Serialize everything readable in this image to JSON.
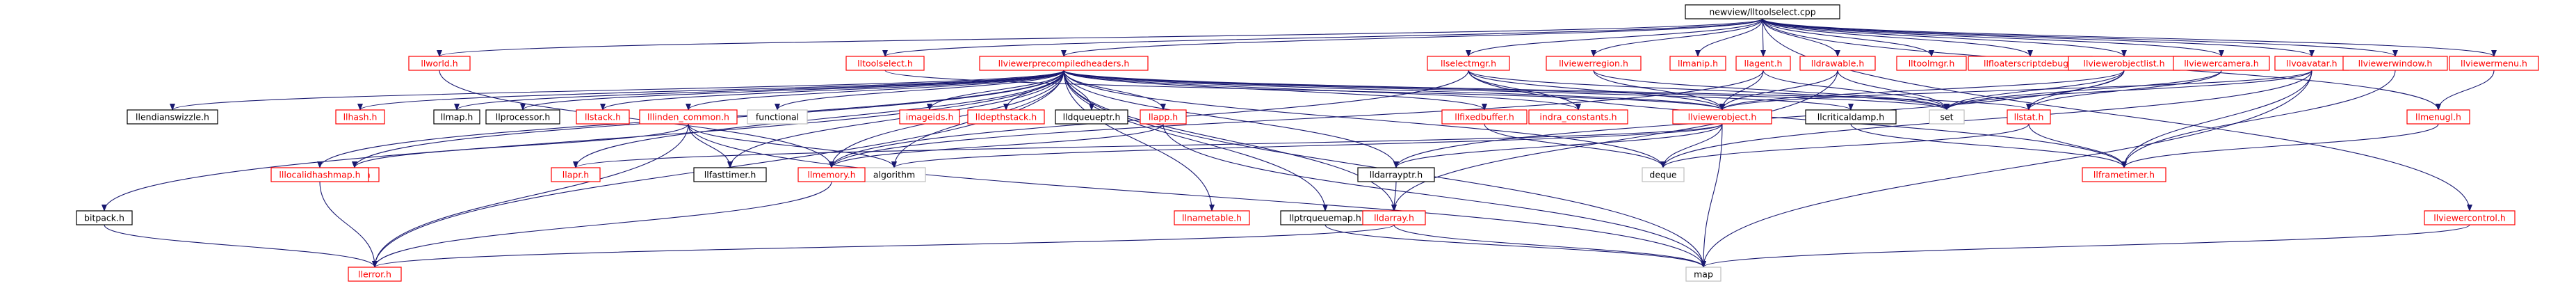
{
  "colors": {
    "edge": "#191970",
    "arrowhead": "#191970",
    "linked_border": "#ff0000",
    "linked_text": "#ff0000",
    "plain_border": "#000000",
    "plain_text": "#000000",
    "external_border": "#bfbfbf",
    "root_fill": "#bfbfbf"
  },
  "nodes": [
    {
      "id": "root",
      "label": "newview/lltoolselect.cpp",
      "kind": "root"
    },
    {
      "id": "llworld",
      "label": "llworld.h",
      "kind": "linked"
    },
    {
      "id": "lltoolselect",
      "label": "lltoolselect.h",
      "kind": "linked"
    },
    {
      "id": "precompiled",
      "label": "llviewerprecompiledheaders.h",
      "kind": "linked"
    },
    {
      "id": "llselectmgr",
      "label": "llselectmgr.h",
      "kind": "linked"
    },
    {
      "id": "llviewerregion",
      "label": "llviewerregion.h",
      "kind": "linked"
    },
    {
      "id": "llmanip",
      "label": "llmanip.h",
      "kind": "linked"
    },
    {
      "id": "llagent",
      "label": "llagent.h",
      "kind": "linked"
    },
    {
      "id": "lldrawable",
      "label": "lldrawable.h",
      "kind": "linked"
    },
    {
      "id": "lltoolmgr",
      "label": "lltoolmgr.h",
      "kind": "linked"
    },
    {
      "id": "llfloaterscript",
      "label": "llfloaterscriptdebug.h",
      "kind": "linked"
    },
    {
      "id": "llviewerobjlist",
      "label": "llviewerobjectlist.h",
      "kind": "linked"
    },
    {
      "id": "llviewercamera",
      "label": "llviewercamera.h",
      "kind": "linked"
    },
    {
      "id": "llvoavatar",
      "label": "llvoavatar.h",
      "kind": "linked"
    },
    {
      "id": "llviewerwindow",
      "label": "llviewerwindow.h",
      "kind": "linked"
    },
    {
      "id": "llviewermenu",
      "label": "llviewermenu.h",
      "kind": "linked"
    },
    {
      "id": "llendianswizzle",
      "label": "llendianswizzle.h",
      "kind": "plain"
    },
    {
      "id": "llhash",
      "label": "llhash.h",
      "kind": "linked"
    },
    {
      "id": "llmap",
      "label": "llmap.h",
      "kind": "plain"
    },
    {
      "id": "llprocessor",
      "label": "llprocessor.h",
      "kind": "plain"
    },
    {
      "id": "llstack",
      "label": "llstack.h",
      "kind": "linked"
    },
    {
      "id": "lllinden",
      "label": "lllinden_common.h",
      "kind": "linked"
    },
    {
      "id": "functional",
      "label": "functional",
      "kind": "external"
    },
    {
      "id": "imageids",
      "label": "imageids.h",
      "kind": "linked"
    },
    {
      "id": "lldepthstack",
      "label": "lldepthstack.h",
      "kind": "linked"
    },
    {
      "id": "lldqueueptr",
      "label": "lldqueueptr.h",
      "kind": "plain"
    },
    {
      "id": "llapp",
      "label": "llapp.h",
      "kind": "linked"
    },
    {
      "id": "llfixedbuffer",
      "label": "llfixedbuffer.h",
      "kind": "linked"
    },
    {
      "id": "indra_constants",
      "label": "indra_constants.h",
      "kind": "linked"
    },
    {
      "id": "llviewerobject",
      "label": "llviewerobject.h",
      "kind": "linked"
    },
    {
      "id": "llcriticaldamp",
      "label": "llcriticaldamp.h",
      "kind": "plain"
    },
    {
      "id": "set",
      "label": "set",
      "kind": "external"
    },
    {
      "id": "llstat",
      "label": "llstat.h",
      "kind": "linked"
    },
    {
      "id": "llmenugl",
      "label": "llmenugl.h",
      "kind": "linked"
    },
    {
      "id": "lldefs",
      "label": "lldefs.h",
      "kind": "linked"
    },
    {
      "id": "llapr",
      "label": "llapr.h",
      "kind": "linked"
    },
    {
      "id": "lllocalidhashmap",
      "label": "lllocalidhashmap.h",
      "kind": "linked"
    },
    {
      "id": "llfasttimer",
      "label": "llfasttimer.h",
      "kind": "plain"
    },
    {
      "id": "algorithm",
      "label": "algorithm",
      "kind": "external"
    },
    {
      "id": "llmemory",
      "label": "llmemory.h",
      "kind": "linked"
    },
    {
      "id": "lldarrayptr",
      "label": "lldarrayptr.h",
      "kind": "plain"
    },
    {
      "id": "deque",
      "label": "deque",
      "kind": "external"
    },
    {
      "id": "llframetimer",
      "label": "llframetimer.h",
      "kind": "linked"
    },
    {
      "id": "bitpack",
      "label": "bitpack.h",
      "kind": "plain"
    },
    {
      "id": "llnametable",
      "label": "llnametable.h",
      "kind": "linked"
    },
    {
      "id": "llptrqueuemap",
      "label": "llptrqueuemap.h",
      "kind": "plain"
    },
    {
      "id": "lldarray",
      "label": "lldarray.h",
      "kind": "linked"
    },
    {
      "id": "llviewercontrol",
      "label": "llviewercontrol.h",
      "kind": "linked"
    },
    {
      "id": "llerror",
      "label": "llerror.h",
      "kind": "linked"
    },
    {
      "id": "map",
      "label": "map",
      "kind": "external"
    }
  ],
  "edges": [
    [
      "root",
      "llworld"
    ],
    [
      "root",
      "lltoolselect"
    ],
    [
      "root",
      "precompiled"
    ],
    [
      "root",
      "llselectmgr"
    ],
    [
      "root",
      "llviewerregion"
    ],
    [
      "root",
      "llmanip"
    ],
    [
      "root",
      "llagent"
    ],
    [
      "root",
      "lldrawable"
    ],
    [
      "root",
      "lltoolmgr"
    ],
    [
      "root",
      "llfloaterscript"
    ],
    [
      "root",
      "llviewerobjlist"
    ],
    [
      "root",
      "llviewercamera"
    ],
    [
      "root",
      "llvoavatar"
    ],
    [
      "root",
      "llviewerwindow"
    ],
    [
      "root",
      "llviewermenu"
    ],
    [
      "root",
      "llmenugl"
    ],
    [
      "root",
      "llviewercontrol"
    ],
    [
      "precompiled",
      "llendianswizzle"
    ],
    [
      "precompiled",
      "llhash"
    ],
    [
      "precompiled",
      "llmap"
    ],
    [
      "precompiled",
      "llprocessor"
    ],
    [
      "precompiled",
      "llstack"
    ],
    [
      "precompiled",
      "lllinden"
    ],
    [
      "precompiled",
      "functional"
    ],
    [
      "precompiled",
      "imageids"
    ],
    [
      "precompiled",
      "lldepthstack"
    ],
    [
      "precompiled",
      "lldqueueptr"
    ],
    [
      "precompiled",
      "llapp"
    ],
    [
      "precompiled",
      "llfixedbuffer"
    ],
    [
      "precompiled",
      "indra_constants"
    ],
    [
      "precompiled",
      "llviewerobject"
    ],
    [
      "precompiled",
      "llcriticaldamp"
    ],
    [
      "precompiled",
      "set"
    ],
    [
      "precompiled",
      "llstat"
    ],
    [
      "precompiled",
      "lldefs"
    ],
    [
      "precompiled",
      "llapr"
    ],
    [
      "precompiled",
      "lllocalidhashmap"
    ],
    [
      "precompiled",
      "llfasttimer"
    ],
    [
      "precompiled",
      "algorithm"
    ],
    [
      "precompiled",
      "llmemory"
    ],
    [
      "precompiled",
      "lldarrayptr"
    ],
    [
      "precompiled",
      "deque"
    ],
    [
      "precompiled",
      "bitpack"
    ],
    [
      "precompiled",
      "llnametable"
    ],
    [
      "precompiled",
      "llptrqueuemap"
    ],
    [
      "precompiled",
      "lldarray"
    ],
    [
      "precompiled",
      "map"
    ],
    [
      "precompiled",
      "llerror"
    ],
    [
      "llworld",
      "llmemory"
    ],
    [
      "lltoolselect",
      "llviewerobject"
    ],
    [
      "llselectmgr",
      "llmemory"
    ],
    [
      "llselectmgr",
      "llviewerobject"
    ],
    [
      "llselectmgr",
      "set"
    ],
    [
      "llselectmgr",
      "llframetimer"
    ],
    [
      "llselectmgr",
      "indra_constants"
    ],
    [
      "llviewerregion",
      "llviewerobject"
    ],
    [
      "llviewerregion",
      "set"
    ],
    [
      "llagent",
      "llviewerobject"
    ],
    [
      "llagent",
      "llmemory"
    ],
    [
      "llagent",
      "set"
    ],
    [
      "lldrawable",
      "llviewerobject"
    ],
    [
      "lldrawable",
      "lldarray"
    ],
    [
      "lldrawable",
      "set"
    ],
    [
      "llviewerobjlist",
      "llviewerobject"
    ],
    [
      "llviewerobjlist",
      "lldarrayptr"
    ],
    [
      "llviewerobjlist",
      "set"
    ],
    [
      "llviewerobjlist",
      "llstat"
    ],
    [
      "llviewercamera",
      "llstat"
    ],
    [
      "llviewercamera",
      "set"
    ],
    [
      "llvoavatar",
      "llviewerobject"
    ],
    [
      "llvoavatar",
      "llframetimer"
    ],
    [
      "llvoavatar",
      "map"
    ],
    [
      "llvoavatar",
      "set"
    ],
    [
      "llvoavatar",
      "deque"
    ],
    [
      "llviewerwindow",
      "llframetimer"
    ],
    [
      "llviewermenu",
      "llmenugl"
    ],
    [
      "llmenugl",
      "llframetimer"
    ],
    [
      "llviewerobject",
      "lldarrayptr"
    ],
    [
      "llviewerobject",
      "deque"
    ],
    [
      "llviewerobject",
      "map"
    ],
    [
      "llviewerobject",
      "algorithm"
    ],
    [
      "llviewerobject",
      "llapr"
    ],
    [
      "llstat",
      "deque"
    ],
    [
      "llstat",
      "llframetimer"
    ],
    [
      "llcriticaldamp",
      "llframetimer"
    ],
    [
      "lllinden",
      "llfasttimer"
    ],
    [
      "lllinden",
      "lldefs"
    ],
    [
      "lllinden",
      "llerror"
    ],
    [
      "lllinden",
      "map"
    ],
    [
      "lllinden",
      "algorithm"
    ],
    [
      "llapp",
      "llmemory"
    ],
    [
      "llapp",
      "map"
    ],
    [
      "lldarrayptr",
      "lldarray"
    ],
    [
      "lldarray",
      "llerror"
    ],
    [
      "lldarray",
      "map"
    ],
    [
      "llmemory",
      "llerror"
    ],
    [
      "lllocalidhashmap",
      "llerror"
    ],
    [
      "bitpack",
      "llerror"
    ],
    [
      "llptrqueuemap",
      "map"
    ],
    [
      "llfixedbuffer",
      "deque"
    ],
    [
      "llviewercontrol",
      "map"
    ]
  ]
}
